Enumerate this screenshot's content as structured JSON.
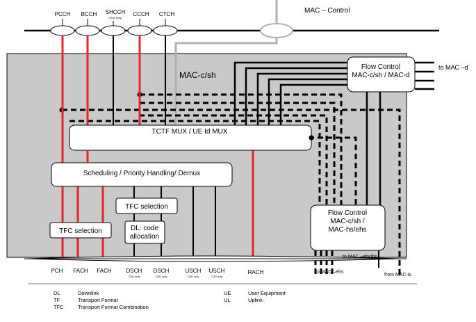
{
  "top_channels": [
    {
      "label": "PCCH",
      "sub": ""
    },
    {
      "label": "BCCH",
      "sub": ""
    },
    {
      "label": "SHCCH",
      "sub": "(TDD only)"
    },
    {
      "label": "CCCH",
      "sub": ""
    },
    {
      "label": "CTCH",
      "sub": ""
    }
  ],
  "mac_control_label": "MAC – Control",
  "entity_title": "MAC-c/sh",
  "to_mac_d": "to MAC –d",
  "flow_control_top": [
    "Flow Control",
    "MAC-c/sh / MAC-d"
  ],
  "tctf_mux": "TCTF MUX / UE Id MUX",
  "scheduling": "Scheduling / Priority Handling/ Demux",
  "tfc_selection_upper": "TFC selection",
  "tfc_selection_lower": "TFC selection",
  "dl_code_allocation": [
    "DL: code",
    "allocation"
  ],
  "flow_control_bottom": [
    "Flow Control",
    "MAC-c/sh /",
    "MAC-hs/ehs"
  ],
  "bottom_channels": [
    {
      "label": "PCH",
      "sub": ""
    },
    {
      "label": "FACH",
      "sub": ""
    },
    {
      "label": "FACH",
      "sub": ""
    },
    {
      "label": "DSCH",
      "sub": "TDD only"
    },
    {
      "label": "DSCH",
      "sub": "TDD only"
    },
    {
      "label": "USCH",
      "sub": "TDD only"
    },
    {
      "label": "USCH",
      "sub": "TDD only"
    },
    {
      "label": "RACH",
      "sub": ""
    }
  ],
  "to_mac_ehs_hs": "to MAC –ehs/hs",
  "to_mac_ehs": "to MAC –ehs",
  "from_mac_is": "from MAC-is",
  "legend_left": [
    {
      "abbr": "DL",
      "text": "Downlink"
    },
    {
      "abbr": "TF",
      "text": "Transport Format"
    },
    {
      "abbr": "TFC",
      "text": "Transport Format Combination"
    }
  ],
  "legend_right": [
    {
      "abbr": "UE",
      "text": "User Equipment"
    },
    {
      "abbr": "UL",
      "text": "Uplink"
    }
  ],
  "colors": {
    "panel": "#c9c9c9",
    "red": "#e8242b",
    "line": "#000000",
    "control_ellipse": "#b0b0b0"
  }
}
